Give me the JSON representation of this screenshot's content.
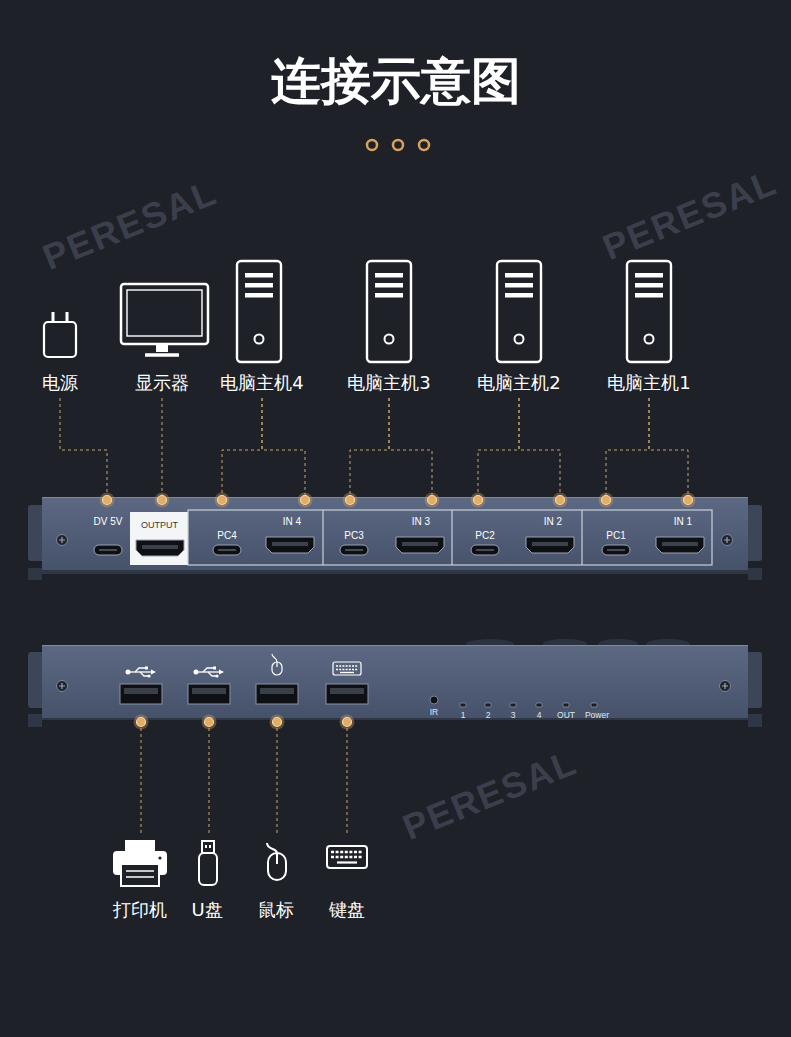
{
  "diagram": {
    "title": "连接示意图",
    "nodes": [
      {
        "text": [
          "电源"
        ]
      },
      {
        "text": [
          "显示器"
        ]
      },
      {
        "text": [
          "电脑主机4"
        ]
      },
      {
        "text": [
          "电脑主机3"
        ]
      },
      {
        "text": [
          "电脑主机2"
        ]
      },
      {
        "text": [
          "电脑主机1"
        ]
      },
      {
        "text": [
          "DV 5V"
        ]
      },
      {
        "text": [
          "OUTPUT"
        ]
      },
      {
        "text": [
          "PC4"
        ]
      },
      {
        "text": [
          "IN 4"
        ]
      },
      {
        "text": [
          "PC3"
        ]
      },
      {
        "text": [
          "IN 3"
        ]
      },
      {
        "text": [
          "PC2"
        ]
      },
      {
        "text": [
          "IN 2"
        ]
      },
      {
        "text": [
          "PC1"
        ]
      },
      {
        "text": [
          "IN 1"
        ]
      },
      {
        "text": [
          "IR",
          "1",
          "2",
          "3",
          "4",
          "OUT",
          "Power"
        ]
      },
      {
        "text": [
          "打印机"
        ]
      },
      {
        "text": [
          "U盘"
        ]
      },
      {
        "text": [
          "鼠标"
        ]
      },
      {
        "text": [
          "键盘"
        ]
      }
    ],
    "edges": [
      {
        "from": 0,
        "to": 6,
        "arrow": "none"
      },
      {
        "from": 1,
        "to": 7,
        "arrow": "none"
      },
      {
        "from": 2,
        "to": 8,
        "arrow": "none"
      },
      {
        "from": 2,
        "to": 9,
        "arrow": "none"
      },
      {
        "from": 3,
        "to": 10,
        "arrow": "none"
      },
      {
        "from": 3,
        "to": 11,
        "arrow": "none"
      },
      {
        "from": 4,
        "to": 12,
        "arrow": "none"
      },
      {
        "from": 4,
        "to": 13,
        "arrow": "none"
      },
      {
        "from": 5,
        "to": 14,
        "arrow": "none"
      },
      {
        "from": 5,
        "to": 15,
        "arrow": "none"
      },
      {
        "from": 16,
        "to": 17,
        "arrow": "none"
      },
      {
        "from": 16,
        "to": 18,
        "arrow": "none"
      },
      {
        "from": 16,
        "to": 19,
        "arrow": "none"
      },
      {
        "from": 16,
        "to": 20,
        "arrow": "none"
      }
    ],
    "labels": [
      "PERESAL",
      "PERESAL",
      "PERESAL"
    ]
  }
}
